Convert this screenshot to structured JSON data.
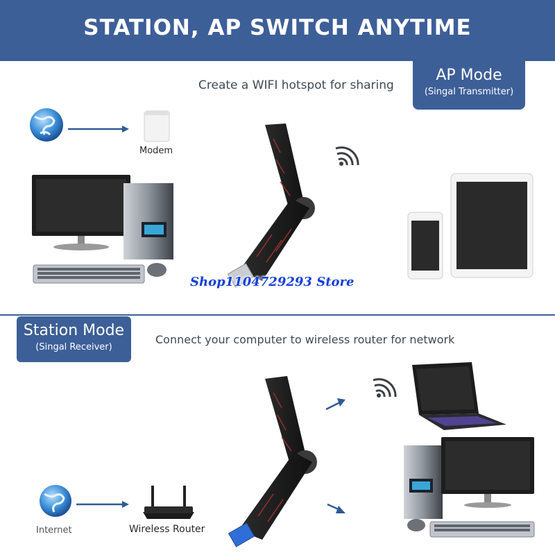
{
  "banner": {
    "title": "STATION, AP SWITCH ANYTIME"
  },
  "ap_section": {
    "caption": "Create a WIFI hotspot for sharing",
    "mode_title": "AP Mode",
    "mode_subtitle": "(Singal Transmitter)",
    "modem_label": "Modem"
  },
  "station_section": {
    "mode_title": "Station Mode",
    "mode_subtitle": "(Singal Receiver)",
    "caption": "Connect your computer to wireless router for network",
    "router_label": "Wireless Router",
    "internet_label": "Internet"
  },
  "watermark": "Shop1104729293 Store",
  "colors": {
    "brand_blue": "#3d5f98",
    "arrow_blue": "#2f5a97",
    "watermark_blue": "#1440d8"
  },
  "icons": [
    "globe-icon",
    "modem-icon",
    "desktop-computer-icon",
    "usb-adapter-icon",
    "wifi-icon",
    "smartphone-icon",
    "tablet-icon",
    "laptop-icon",
    "router-icon",
    "arrow-icon"
  ]
}
